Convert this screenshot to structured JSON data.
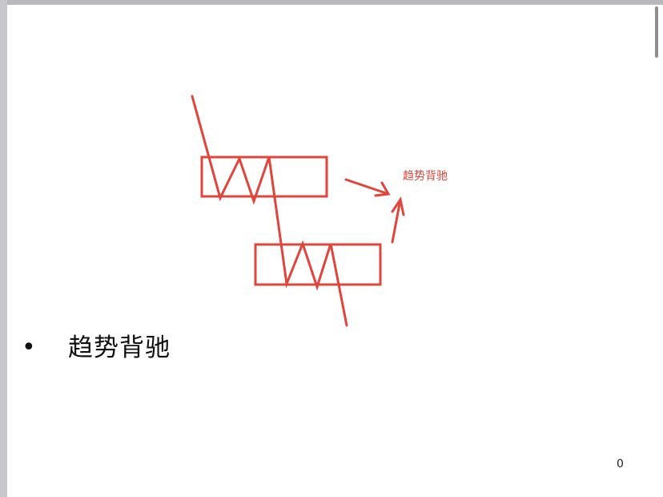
{
  "slide": {
    "diagram_label": "趋势背驰",
    "bullet_symbol": "•",
    "bullet_text": "趋势背驰",
    "page_number": "0"
  },
  "colors": {
    "drawing_red": "#e0443a",
    "frame_gray": "#c8c8cc",
    "text": "#111111"
  }
}
